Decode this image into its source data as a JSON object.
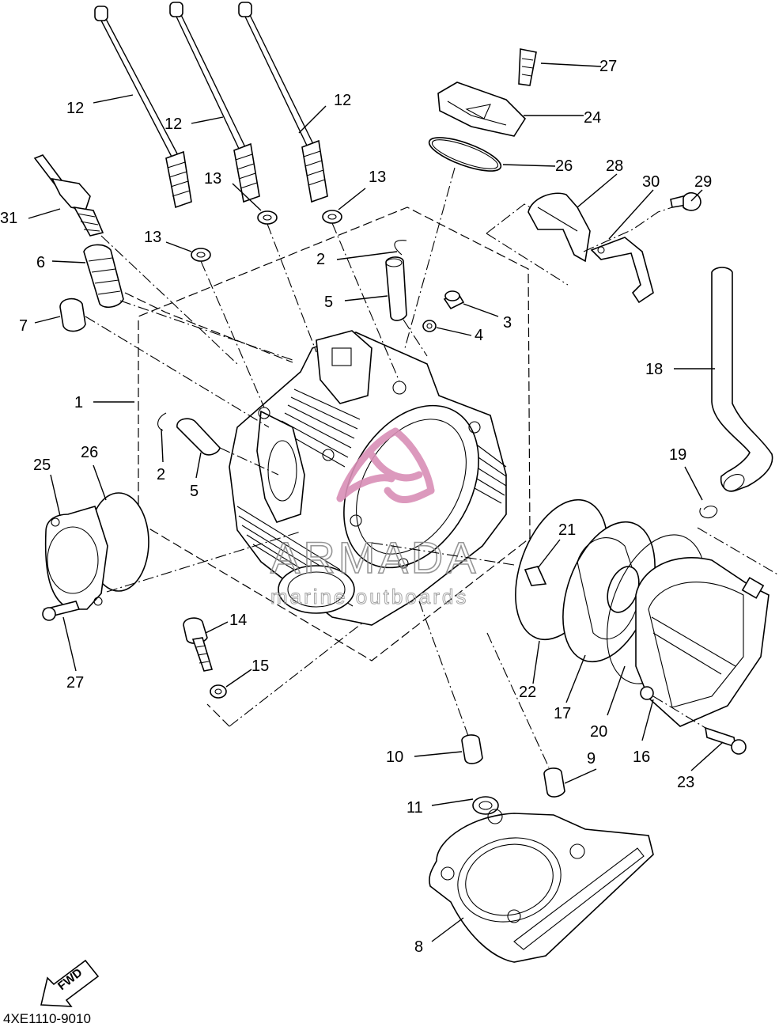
{
  "diagram": {
    "part_code": "4XE1110-9010",
    "fwd_label": "FWD",
    "watermark": {
      "brand": "ARMADA",
      "tagline": "marine outboards",
      "color": "#d98fb6"
    }
  },
  "callouts": [
    {
      "id": "12a",
      "text": "12"
    },
    {
      "id": "12b",
      "text": "12"
    },
    {
      "id": "12c",
      "text": "12"
    },
    {
      "id": "13a",
      "text": "13"
    },
    {
      "id": "13b",
      "text": "13"
    },
    {
      "id": "13c",
      "text": "13"
    },
    {
      "id": "31",
      "text": "31"
    },
    {
      "id": "6",
      "text": "6"
    },
    {
      "id": "7",
      "text": "7"
    },
    {
      "id": "1",
      "text": "1"
    },
    {
      "id": "2a",
      "text": "2"
    },
    {
      "id": "2b",
      "text": "2"
    },
    {
      "id": "5a",
      "text": "5"
    },
    {
      "id": "5b",
      "text": "5"
    },
    {
      "id": "3",
      "text": "3"
    },
    {
      "id": "4",
      "text": "4"
    },
    {
      "id": "27a",
      "text": "27"
    },
    {
      "id": "24",
      "text": "24"
    },
    {
      "id": "26a",
      "text": "26"
    },
    {
      "id": "28",
      "text": "28"
    },
    {
      "id": "30",
      "text": "30"
    },
    {
      "id": "29",
      "text": "29"
    },
    {
      "id": "18",
      "text": "18"
    },
    {
      "id": "19",
      "text": "19"
    },
    {
      "id": "25",
      "text": "25"
    },
    {
      "id": "26b",
      "text": "26"
    },
    {
      "id": "27b",
      "text": "27"
    },
    {
      "id": "14",
      "text": "14"
    },
    {
      "id": "15",
      "text": "15"
    },
    {
      "id": "21",
      "text": "21"
    },
    {
      "id": "22",
      "text": "22"
    },
    {
      "id": "17",
      "text": "17"
    },
    {
      "id": "20",
      "text": "20"
    },
    {
      "id": "16",
      "text": "16"
    },
    {
      "id": "23",
      "text": "23"
    },
    {
      "id": "10",
      "text": "10"
    },
    {
      "id": "9",
      "text": "9"
    },
    {
      "id": "11",
      "text": "11"
    },
    {
      "id": "8",
      "text": "8"
    }
  ]
}
